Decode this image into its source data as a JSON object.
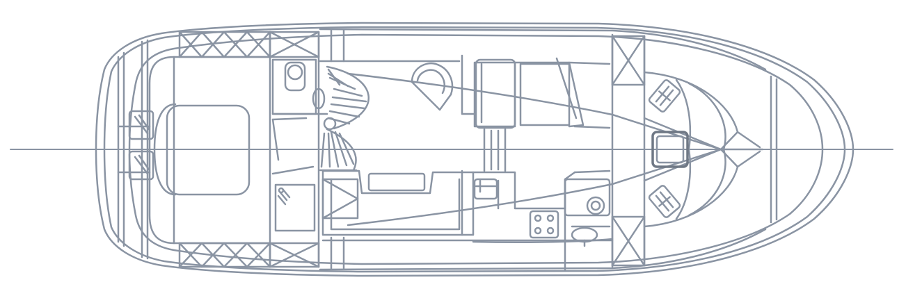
{
  "diagram": {
    "type": "boat-deck-plan",
    "colors": {
      "background": "#ffffff",
      "line": "#8a94a3",
      "line_dark": "#6f7885"
    },
    "components": [
      {
        "name": "hull-outline"
      },
      {
        "name": "centerline"
      },
      {
        "name": "aft-cockpit-bench"
      },
      {
        "name": "aft-deck-hatches"
      },
      {
        "name": "forward-head-toilet"
      },
      {
        "name": "spiral-staircase"
      },
      {
        "name": "helm-seat"
      },
      {
        "name": "dinette-seating"
      },
      {
        "name": "dinette-table"
      },
      {
        "name": "galley-counter"
      },
      {
        "name": "galley-sink"
      },
      {
        "name": "cooktop-burners"
      },
      {
        "name": "aft-head-toilet"
      },
      {
        "name": "aft-head-basin"
      },
      {
        "name": "forward-v-berth"
      },
      {
        "name": "forward-hatch"
      },
      {
        "name": "shower-stall"
      }
    ]
  }
}
